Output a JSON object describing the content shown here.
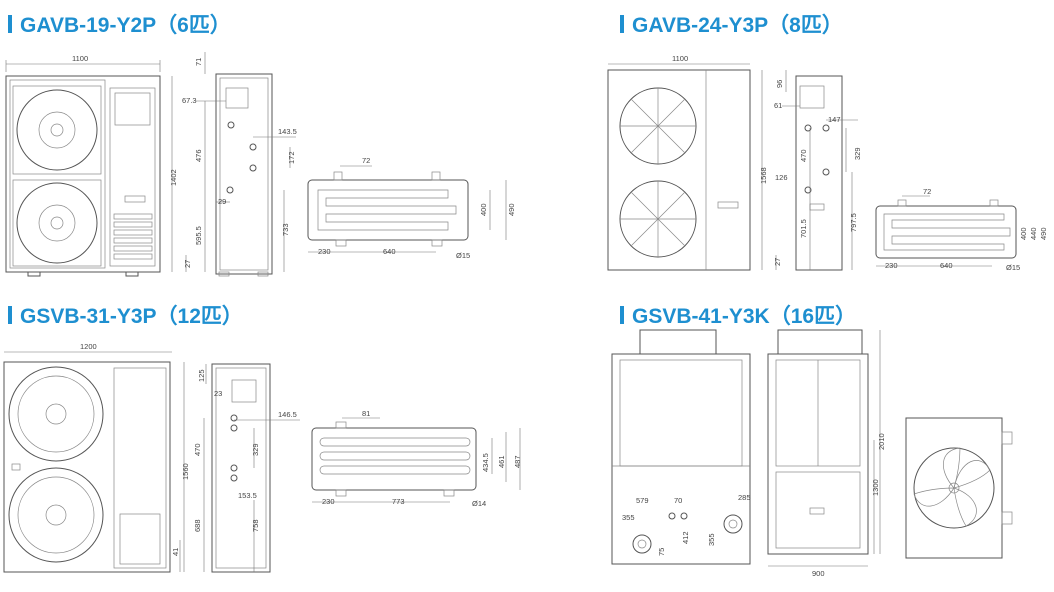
{
  "models": [
    {
      "id": "m1",
      "title": "GAVB-19-Y2P（6匹）"
    },
    {
      "id": "m2",
      "title": "GAVB-24-Y3P（8匹）"
    },
    {
      "id": "m3",
      "title": "GSVB-31-Y3P（12匹）"
    },
    {
      "id": "m4",
      "title": "GSVB-41-Y3K（16匹）"
    }
  ],
  "dims": {
    "m1": {
      "width": "1100",
      "top": "71",
      "side_offset": "67.3",
      "height_upper": "476",
      "height_total": "1402",
      "height_lower": "595.5",
      "foot": "27",
      "pipe_offset": "143.5",
      "pipe_gap": "172",
      "lower_pipe": "29",
      "side_height": "733",
      "tube_offset": "72",
      "tube_height_a": "400",
      "tube_height_b": "490",
      "left_gap": "230",
      "span": "640",
      "hole": "Ø15"
    },
    "m2": {
      "width": "1100",
      "top": "96",
      "side_offset": "61",
      "height_total": "1568",
      "foot": "27",
      "pipe_offset": "147",
      "height_upper": "470",
      "pipe_gap": "329",
      "lower_pipe": "126",
      "height_lower": "701.5",
      "side_height": "797.5",
      "tube_offset": "72",
      "tube_height_a": "400",
      "tube_height_b": "440",
      "tube_height_c": "490",
      "left_gap": "230",
      "span": "640",
      "hole": "Ø15"
    },
    "m3": {
      "width": "1200",
      "top": "125",
      "side_offset": "23",
      "pipe_offset": "146.5",
      "height_upper": "470",
      "pipe_gap": "329",
      "height_total": "1560",
      "lower_pipe": "153.5",
      "height_lower": "688",
      "foot": "41",
      "side_height": "758",
      "tube_offset": "81",
      "tube_height_a": "434.5",
      "tube_height_b": "461",
      "tube_height_c": "487",
      "left_gap": "230",
      "span": "773",
      "hole": "Ø14"
    },
    "m4": {
      "a": "579",
      "b": "70",
      "c": "285",
      "d": "355",
      "e": "75",
      "f": "412",
      "g": "355",
      "height_total": "2010",
      "height_part": "1300",
      "width": "900"
    }
  }
}
